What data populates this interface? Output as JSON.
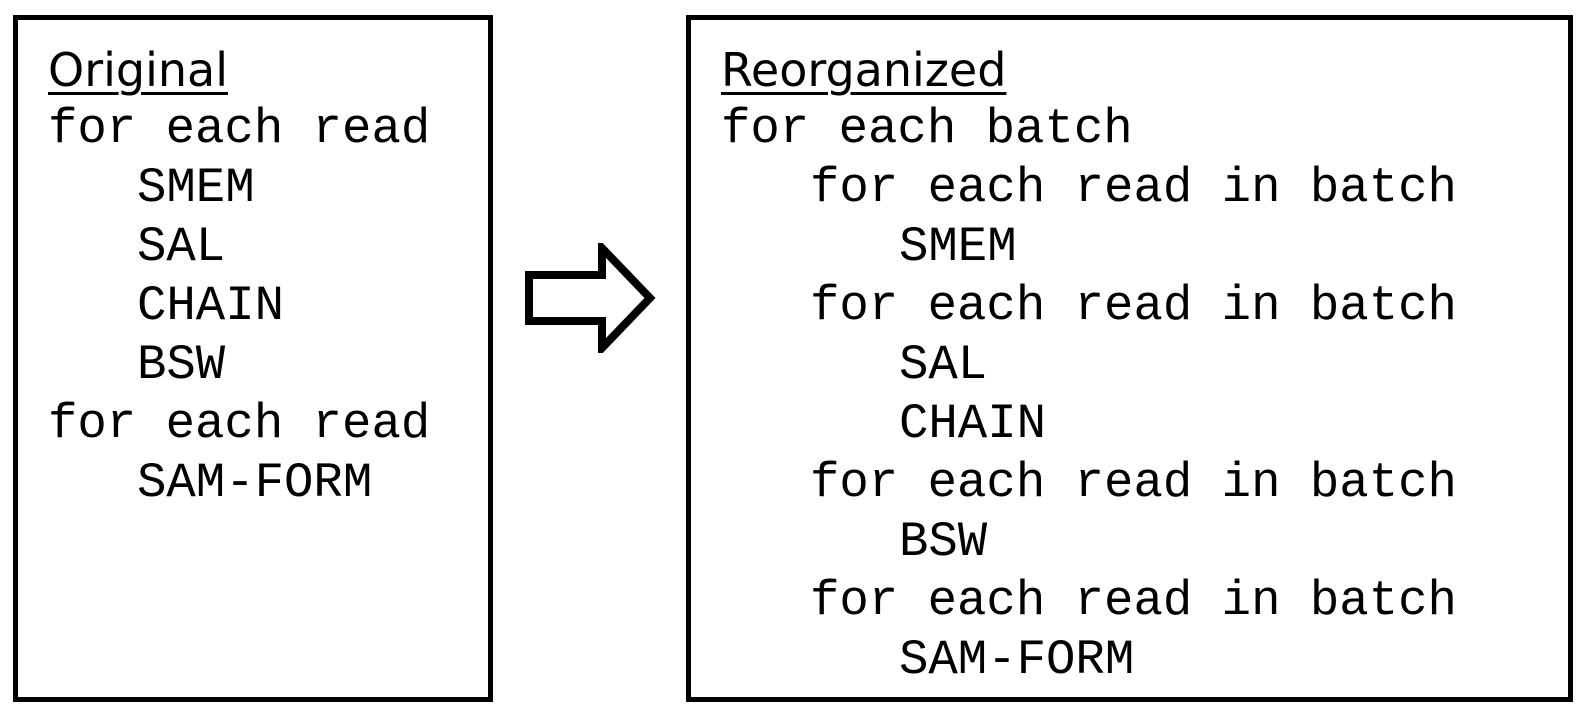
{
  "original": {
    "title": "Original",
    "lines": [
      "for each read",
      "SMEM",
      "SAL",
      "CHAIN",
      "BSW",
      "for each read",
      "SAM-FORM"
    ]
  },
  "reorganized": {
    "title": "Reorganized",
    "lines": [
      "for each batch",
      "for each read in batch",
      "SMEM",
      "for each read in batch",
      "SAL",
      "CHAIN",
      "for each read in batch",
      "BSW",
      "for each read in batch",
      "SAM-FORM"
    ]
  },
  "arrow": {
    "icon": "right-arrow-icon",
    "color": "#000000"
  }
}
